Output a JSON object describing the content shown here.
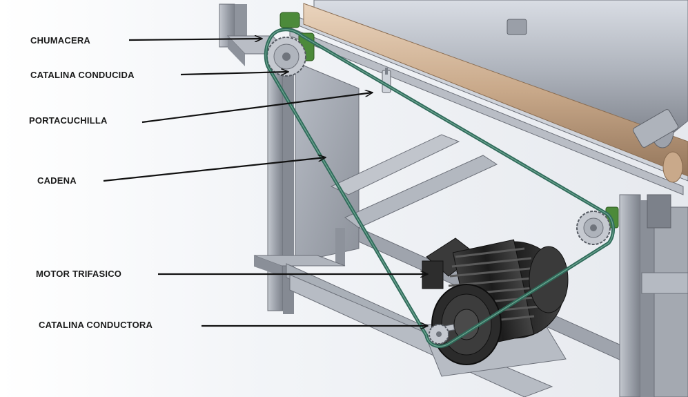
{
  "labels": {
    "chumacera": "CHUMACERA",
    "catalina_conducida": "CATALINA CONDUCIDA",
    "portacuchilla": "PORTACUCHILLA",
    "cadena": "CADENA",
    "motor_trifasico": "MOTOR TRIFASICO",
    "catalina_conductora": "CATALINA CONDUCTORA"
  },
  "colors": {
    "frame": "#a9adb6",
    "frame_dark": "#7e838c",
    "chain": "#2f6b5a",
    "roller_tan": "#c9a98a",
    "motor_body": "#2a2a2a",
    "bearing_green": "#4c8a3a"
  }
}
